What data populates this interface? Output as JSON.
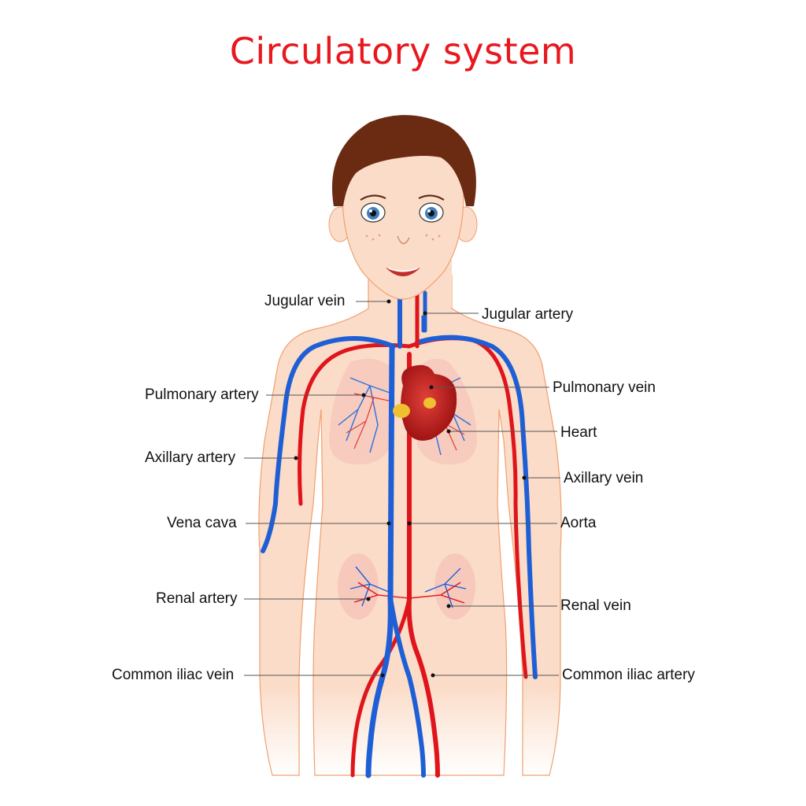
{
  "title": "Circulatory system",
  "colors": {
    "title": "#e8181e",
    "skin": "#fbdcc8",
    "skin_outline": "#f0a070",
    "hair": "#6b2a12",
    "vein": "#1f5fd6",
    "artery": "#e0141b",
    "lung": "#f6c9bc",
    "leader": "#555555"
  },
  "labels": {
    "left": {
      "jugular_vein": "Jugular vein",
      "pulmonary_artery": "Pulmonary artery",
      "axillary_artery": "Axillary artery",
      "vena_cava": "Vena cava",
      "renal_artery": "Renal artery",
      "common_iliac_vein": "Common iliac vein"
    },
    "right": {
      "jugular_artery": "Jugular artery",
      "pulmonary_vein": "Pulmonary vein",
      "heart": "Heart",
      "axillary_vein": "Axillary vein",
      "aorta": "Aorta",
      "renal_vein": "Renal vein",
      "common_iliac_artery": "Common iliac artery"
    }
  }
}
